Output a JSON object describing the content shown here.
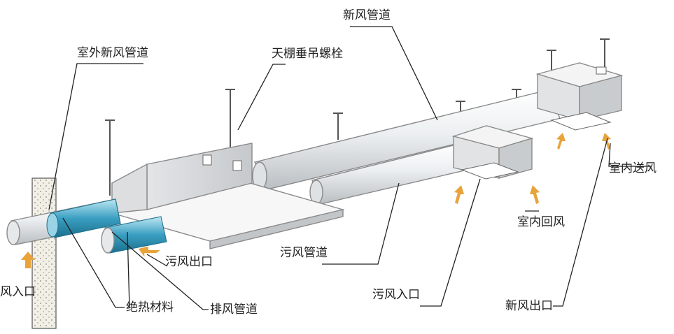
{
  "labels": {
    "fresh_air_duct": "新风管道",
    "outdoor_fresh_air_duct": "室外新风管道",
    "ceiling_hanger_bolt": "天棚垂吊螺栓",
    "indoor_supply_air": "室内送风",
    "indoor_return_air": "室内回风",
    "exhaust_air_outlet": "污风出口",
    "exhaust_air_duct": "污风管道",
    "fresh_air_inlet": "风入口",
    "insulation_material": "绝热材料",
    "exhaust_duct": "排风管道",
    "exhaust_air_inlet": "污风入口",
    "fresh_air_outlet": "新风出口"
  },
  "colors": {
    "insulation": "#3a9fc2",
    "arrow": "#e8a33a",
    "duct": "#eceff1",
    "unit_top": "#f4f4f4",
    "unit_side": "#d5d7d9",
    "wall": "#f1efe6"
  }
}
